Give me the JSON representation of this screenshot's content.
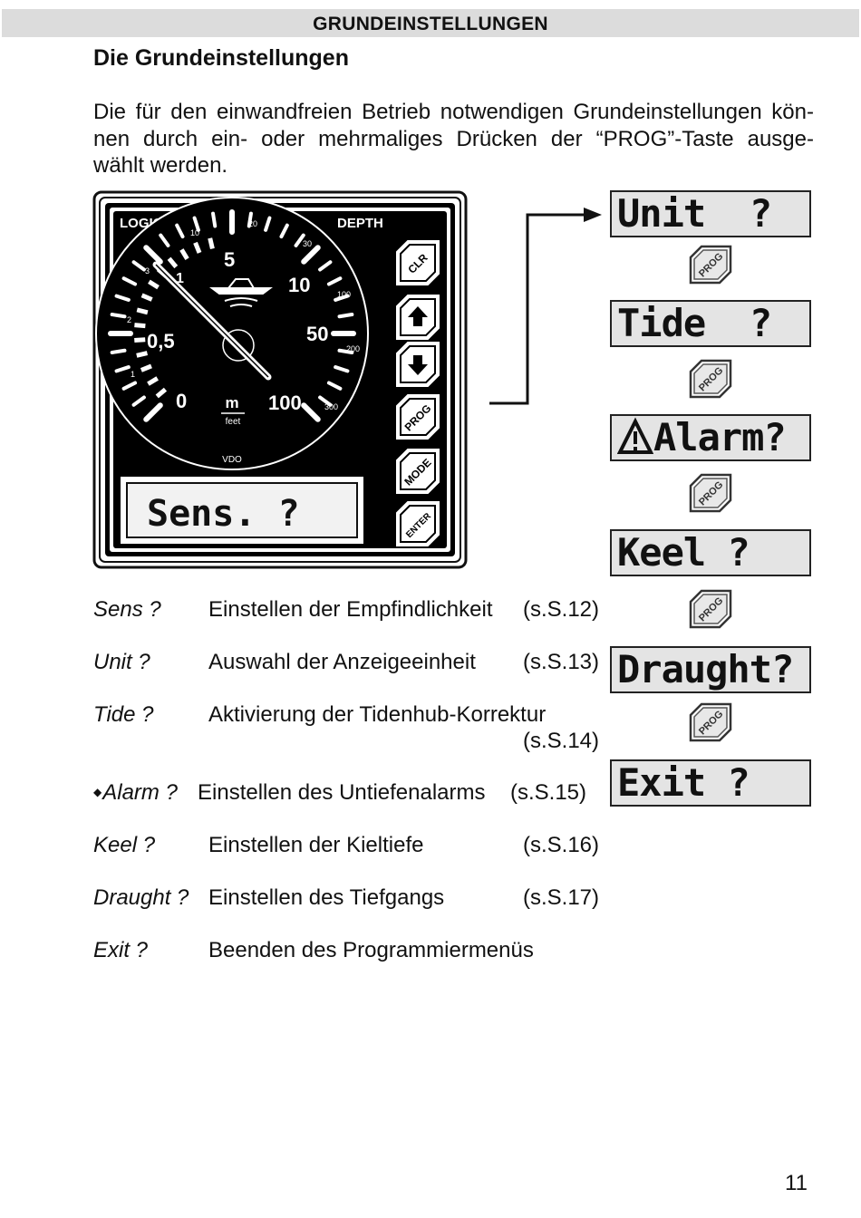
{
  "header": {
    "section_title": "GRUNDEINSTELLUNGEN"
  },
  "page_title": "Die Grundeinstellungen",
  "intro_lines": [
    "Die für den einwandfreien Betrieb notwendigen Grundeinstellungen kön-",
    "nen durch ein- oder mehrmaliges Drücken der “PROG”-Taste ausge-",
    "wählt werden."
  ],
  "instrument": {
    "brand": "LOGIC",
    "mode_label": "DEPTH",
    "lcd_text": "Sens. ?",
    "unit_main": "m",
    "unit_alt": "feet",
    "bottom_logo": "VDO",
    "keys": [
      "CLR",
      "up-arrow",
      "down-arrow",
      "PROG",
      "MODE",
      "ENTER"
    ],
    "dial_main_labels": [
      "0",
      "0,5",
      "1",
      "5",
      "10",
      "50",
      "100"
    ],
    "dial_feet_labels": [
      "1",
      "2",
      "3",
      "10",
      "20",
      "30",
      "100",
      "200",
      "300"
    ]
  },
  "menu_sequence": [
    {
      "lcd": "Unit  ?",
      "warning_icon": false
    },
    {
      "lcd": "Tide  ?",
      "warning_icon": false
    },
    {
      "lcd": "Alarm?",
      "warning_icon": true
    },
    {
      "lcd": "Keel ?",
      "warning_icon": false
    },
    {
      "lcd": "Draught?",
      "warning_icon": false
    },
    {
      "lcd": "Exit ?",
      "warning_icon": false
    }
  ],
  "prog_key_label": "PROG",
  "descriptions": [
    {
      "name": "Sens ?",
      "text": "Einstellen der Empfindlichkeit",
      "ref": "(s.S.12)"
    },
    {
      "name": "Unit ?",
      "text": "Auswahl der Anzeigeeinheit",
      "ref": "(s.S.13)"
    },
    {
      "name": "Tide ?",
      "text": "Aktivierung der Tidenhub-Korrektur",
      "ref": "(s.S.14)"
    },
    {
      "name": "Alarm ?",
      "text": "Einstellen des Untiefenalarms",
      "ref": "(s.S.15)",
      "bullet": "◆"
    },
    {
      "name": "Keel ?",
      "text": "Einstellen der Kieltiefe",
      "ref": "(s.S.16)"
    },
    {
      "name": "Draught ?",
      "text": "Einstellen des Tiefgangs",
      "ref": "(s.S.17)"
    },
    {
      "name": "Exit ?",
      "text": "Beenden des Programmiermenüs",
      "ref": ""
    }
  ],
  "page_number": "11"
}
